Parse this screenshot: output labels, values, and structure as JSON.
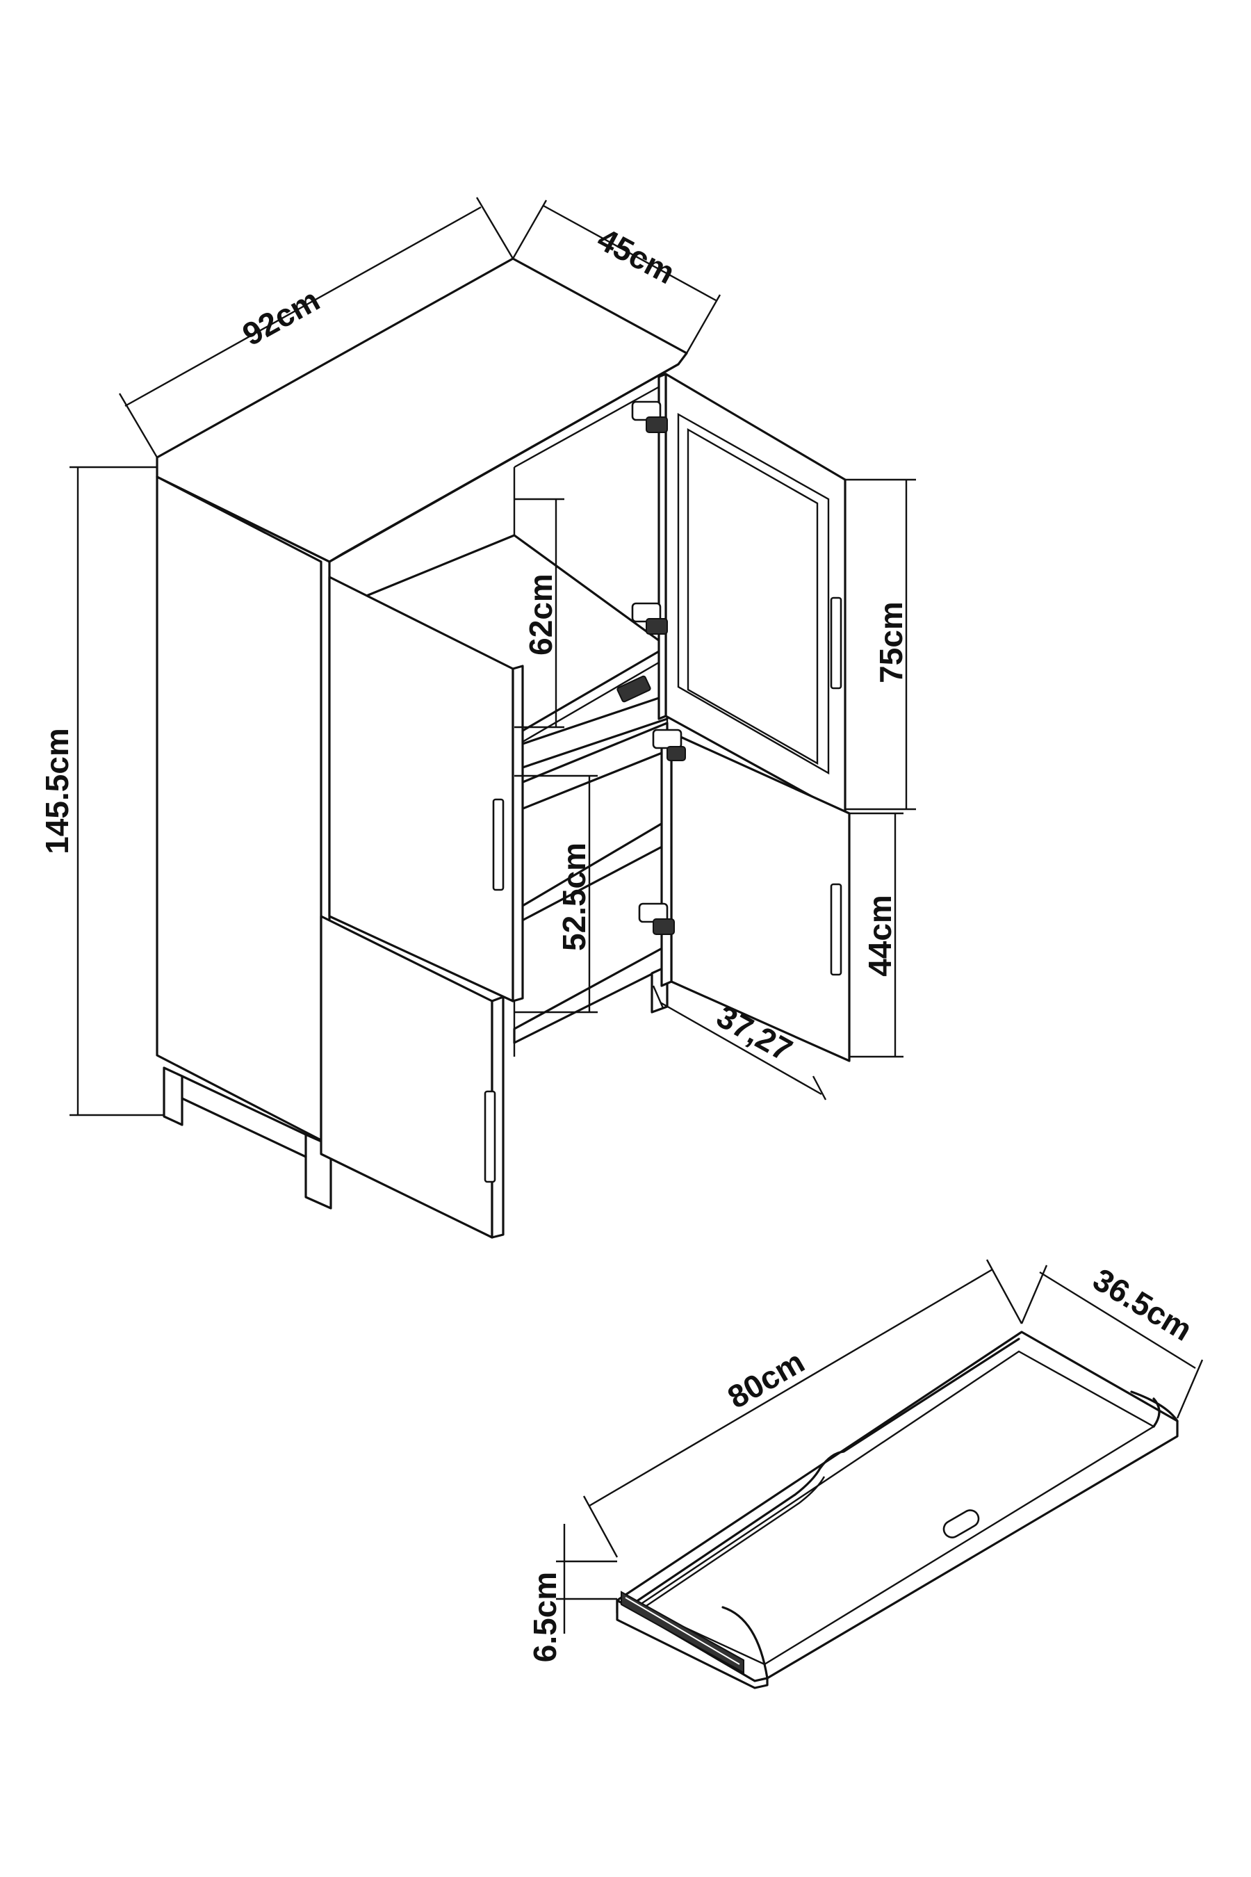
{
  "dimensions": {
    "width": "92cm",
    "depth": "45cm",
    "height": "145.5cm",
    "upper_shelf_height": "62cm",
    "lower_shelf_height": "52.5cm",
    "right_upper_door": "75cm",
    "right_lower_door": "44cm",
    "inner_depth": "37,27",
    "drawer_width": "80cm",
    "drawer_depth": "36.5cm",
    "drawer_height": "6.5cm"
  },
  "colors": {
    "line": "#111111",
    "background": "#ffffff"
  }
}
